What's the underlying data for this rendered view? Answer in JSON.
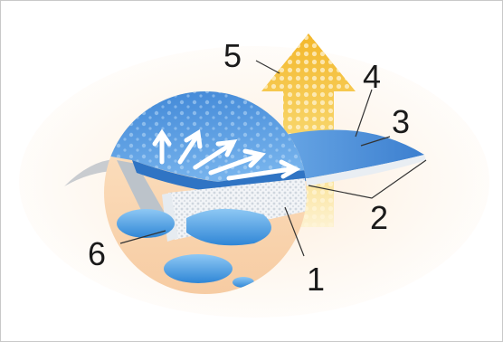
{
  "callouts": [
    {
      "id": "1",
      "label": "1"
    },
    {
      "id": "2",
      "label": "2"
    },
    {
      "id": "3",
      "label": "3"
    },
    {
      "id": "4",
      "label": "4"
    },
    {
      "id": "5",
      "label": "5"
    },
    {
      "id": "6",
      "label": "6"
    }
  ],
  "colors": {
    "background_peach": "#fbe6cf",
    "membrane_blue": "#4d8fd6",
    "membrane_light": "#9cc8f0",
    "arrow_yellow": "#f6c445",
    "foam_white": "#eef2f5",
    "water_blue": "#3f95de"
  }
}
